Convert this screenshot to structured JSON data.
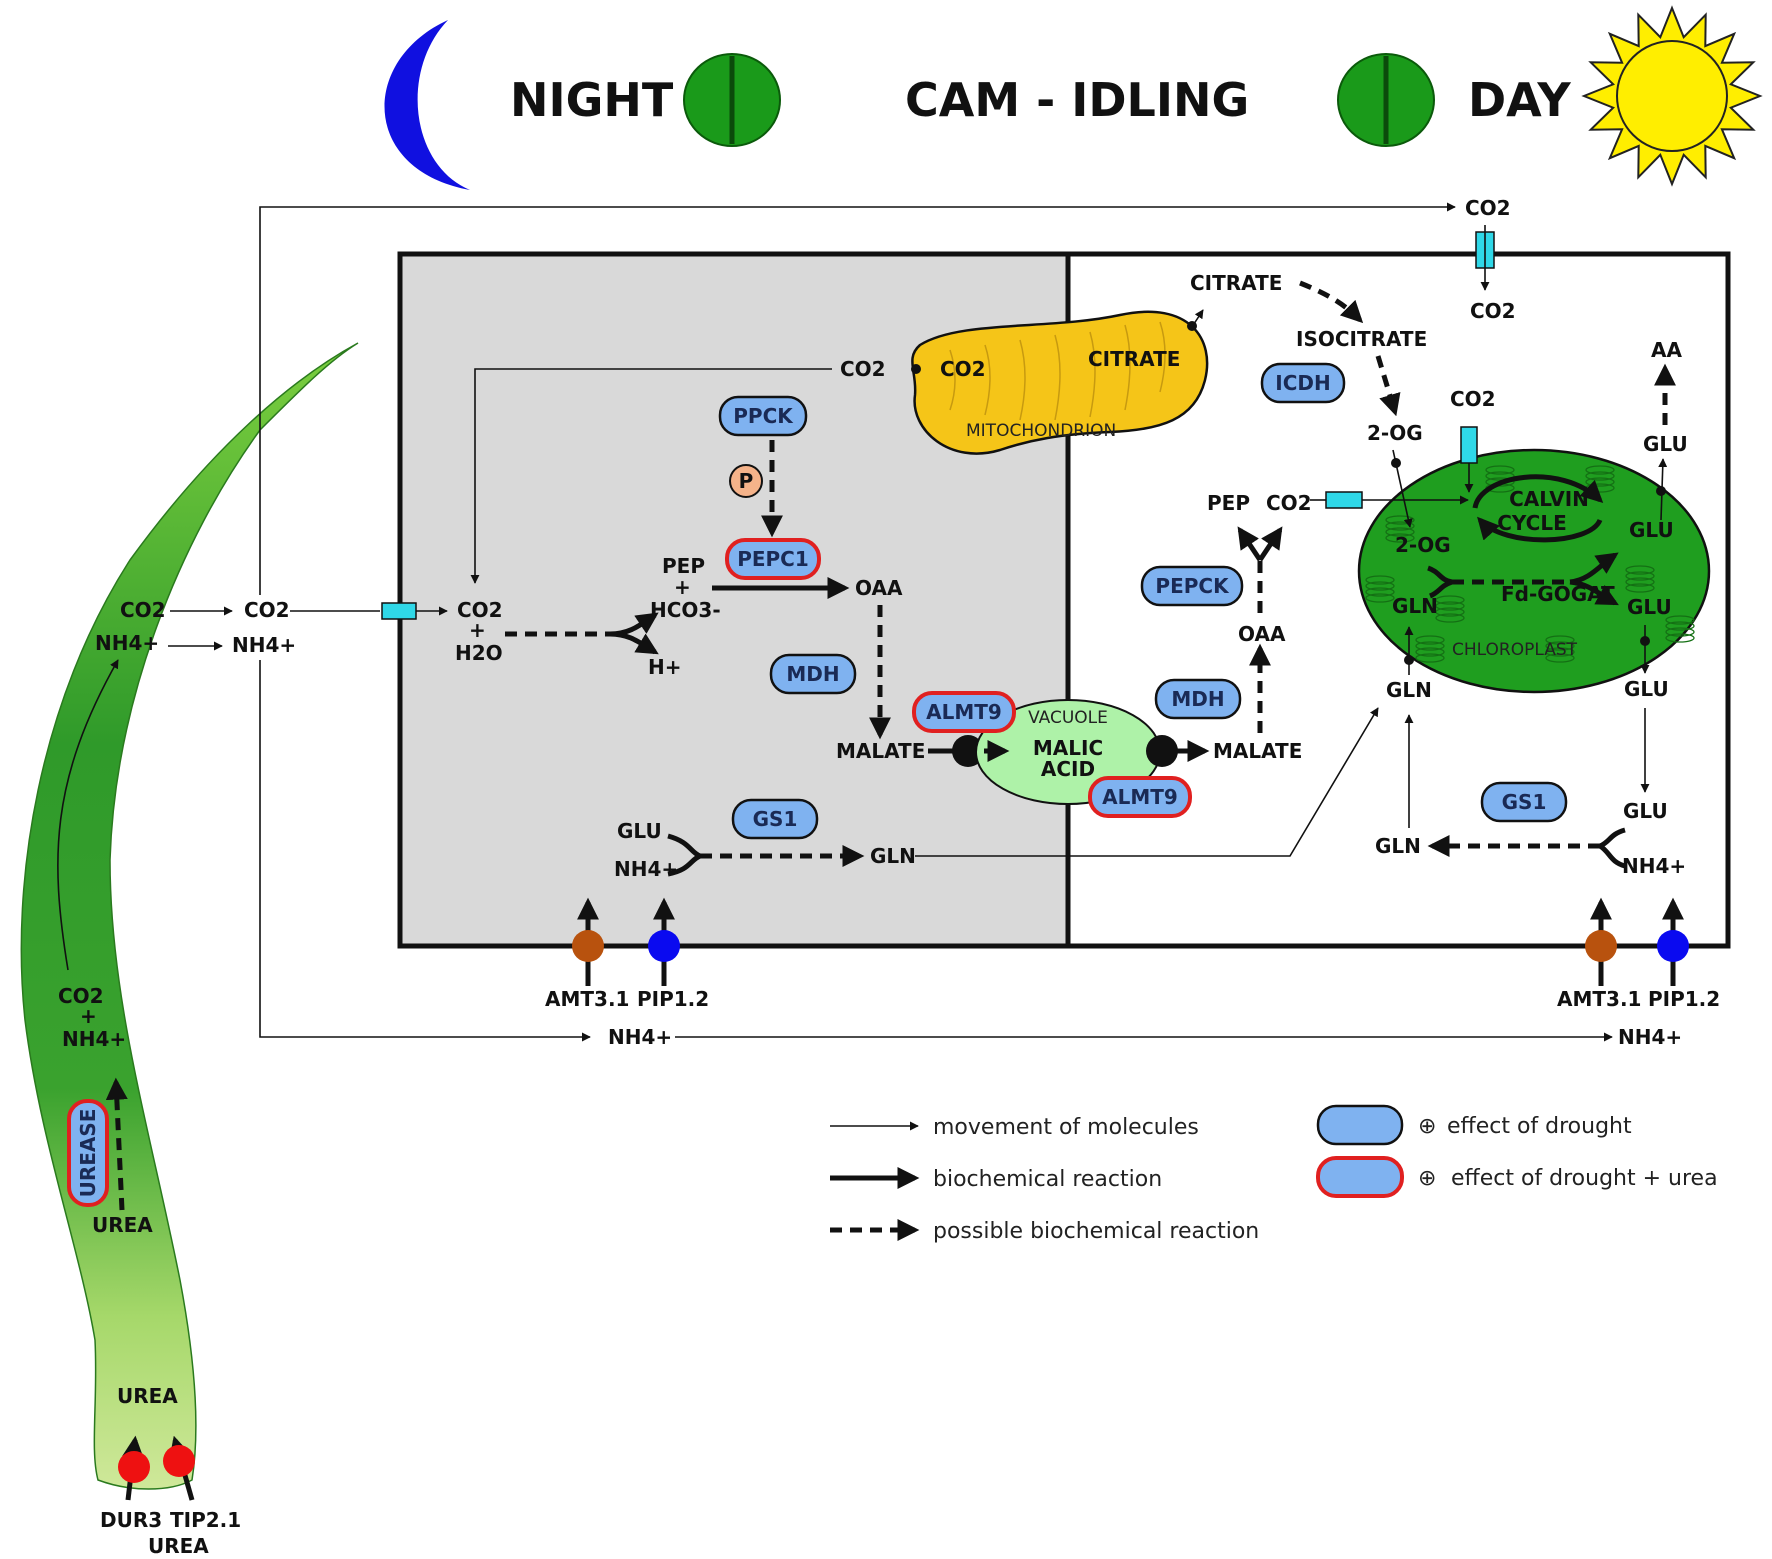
{
  "header": {
    "night": "NIGHT",
    "cam_idling": "CAM - IDLING",
    "day": "DAY"
  },
  "mol": {
    "co2": "CO2",
    "nh4": "NH4+",
    "h2o": "H2O",
    "plus": "+",
    "pep": "PEP",
    "hco3": "HCO3-",
    "h_plus": "H+",
    "oaa": "OAA",
    "malate": "MALATE",
    "malic": "MALIC",
    "acid": "ACID",
    "glu": "GLU",
    "gln": "GLN",
    "citrate": "CITRATE",
    "isocitrate": "ISOCITRATE",
    "two_og": "2-OG",
    "aa": "AA",
    "urea": "UREA",
    "calvin": "CALVIN",
    "cycle": "CYCLE",
    "fd_gogat": "Fd-GOGAT",
    "p": "P"
  },
  "organelles": {
    "mitochondrion": "MITOCHONDRION",
    "vacuole": "VACUOLE",
    "chloroplast": "CHLOROPLAST"
  },
  "enzymes": {
    "ppck": "PPCK",
    "pepc1": "PEPC1",
    "mdh": "MDH",
    "almt9": "ALMT9",
    "gs1": "GS1",
    "icdh": "ICDH",
    "pepck": "PEPCK",
    "urease": "UREASE"
  },
  "transporters": {
    "amt": "AMT3.1",
    "pip": "PIP1.2",
    "dur3": "DUR3",
    "tip": "TIP2.1"
  },
  "legend": {
    "movement": "movement of molecules",
    "biochemical": "biochemical reaction",
    "possible": "possible biochemical reaction",
    "drought": "effect of drought",
    "drought_urea": "effect of drought + urea",
    "circled_plus": "⊕"
  },
  "colors": {
    "moon": "#1010e0",
    "sun": "#ffee00",
    "stomata": "#1a9a1a",
    "mitochondrion": "#f5c518",
    "vacuole": "#aef2a8",
    "chloroplast": "#1f9e1f",
    "enzyme": "#7fb2f0",
    "enzyme_urea_border": "#e02020",
    "amt": "#b8520e",
    "pip": "#0a0af0",
    "urea_transporter": "#ee1111",
    "channel": "#2fd8e8",
    "night_cell": "#d9d9d9",
    "phospho": "#f5b38a"
  }
}
